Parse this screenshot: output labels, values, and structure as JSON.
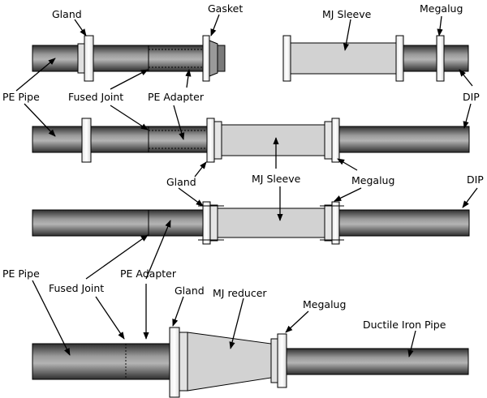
{
  "labels": {
    "gland": "Gland",
    "gasket": "Gasket",
    "mj_sleeve": "MJ Sleeve",
    "megalug": "Megalug",
    "pe_pipe": "PE Pipe",
    "fused_joint": "Fused Joint",
    "pe_adapter": "PE Adapter",
    "dip": "DIP",
    "mj_reducer": "MJ reducer",
    "ductile_iron_pipe": "Ductile Iron Pipe"
  },
  "colors": {
    "pipe_dark": "#3a3a3a",
    "pipe_mid": "#8a8a8a",
    "pipe_light": "#b8b8b8",
    "sleeve_fill": "#d2d2d2",
    "flange_light": "#f4f4f4",
    "line": "#000000"
  }
}
